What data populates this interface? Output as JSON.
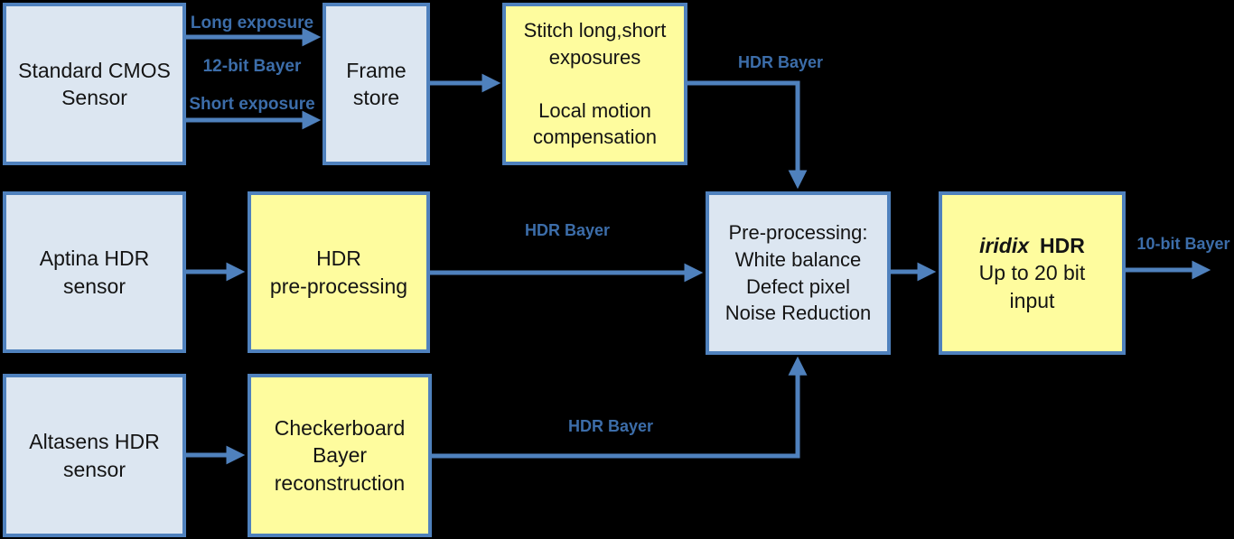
{
  "colors": {
    "background": "#000000",
    "line": "#4f81bd",
    "box_fill_blue": "#dce6f1",
    "box_fill_yellow": "#fefc9e",
    "edge_label_text": "#3c6da9",
    "box_text": "#141414"
  },
  "nodes": {
    "standard_cmos": {
      "label": "Standard CMOS\nSensor"
    },
    "frame_store": {
      "label": "Frame\nstore"
    },
    "stitch": {
      "label": "Stitch long,short\nexposures\n\nLocal motion\ncompensation"
    },
    "aptina": {
      "label": "Aptina HDR\nsensor"
    },
    "hdr_preprocessing": {
      "label": "HDR\npre-processing"
    },
    "preprocessing": {
      "label": "Pre-processing:\nWhite balance\nDefect pixel\nNoise Reduction"
    },
    "iridix": {
      "brand": "iridix",
      "title_suffix": "HDR",
      "subtitle": "Up to 20 bit\ninput"
    },
    "altasens": {
      "label": "Altasens HDR\nsensor"
    },
    "checkerboard": {
      "label": "Checkerboard\nBayer\nreconstruction"
    }
  },
  "edge_labels": {
    "long_exposure": "Long exposure",
    "twelve_bit_bayer": "12-bit Bayer",
    "short_exposure": "Short exposure",
    "hdr_bayer_top": "HDR Bayer",
    "hdr_bayer_middle": "HDR Bayer",
    "hdr_bayer_bottom": "HDR Bayer",
    "ten_bit_bayer": "10-bit Bayer"
  }
}
